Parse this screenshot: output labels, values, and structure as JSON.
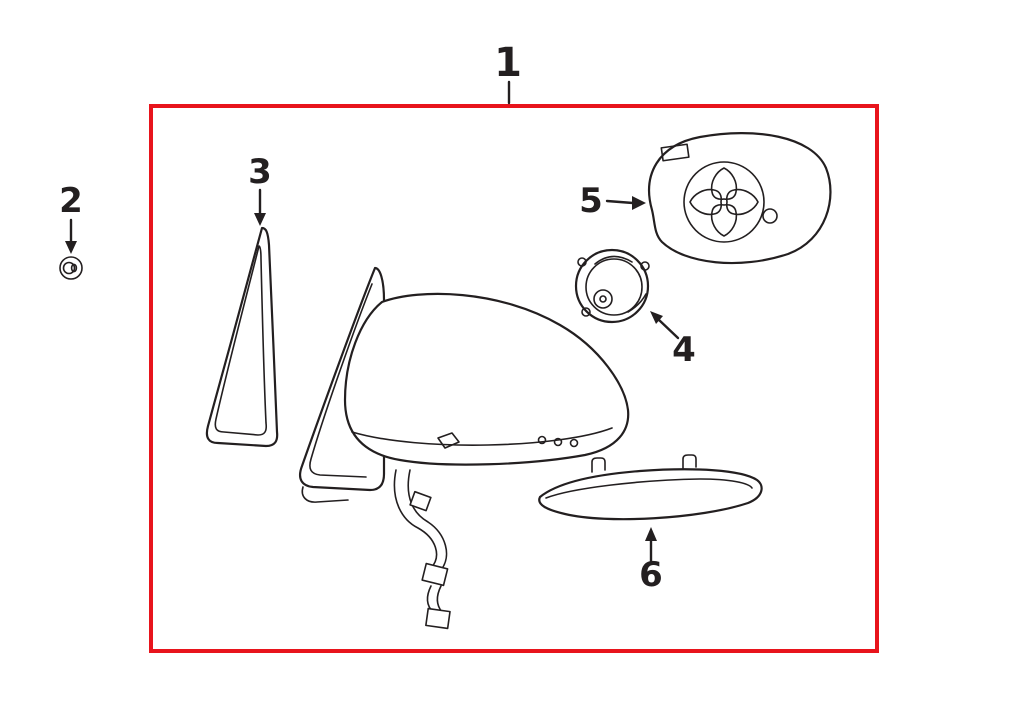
{
  "diagram": {
    "colors": {
      "background": "#ffffff",
      "line": "#231f20",
      "assembly_box": "#e8141c"
    },
    "callouts": [
      {
        "label": "1"
      },
      {
        "label": "2"
      },
      {
        "label": "3"
      },
      {
        "label": "4"
      },
      {
        "label": "5"
      },
      {
        "label": "6"
      }
    ]
  }
}
